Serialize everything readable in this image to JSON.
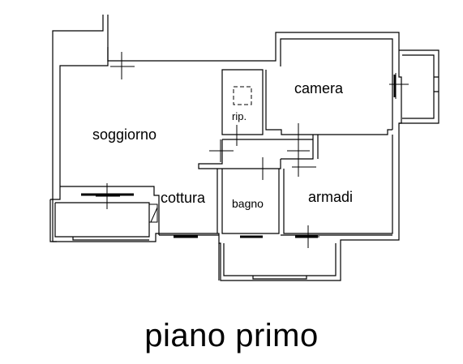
{
  "rooms": {
    "soggiorno": "soggiorno",
    "camera": "camera",
    "rip": "rip.",
    "cottura": "cottura",
    "bagno": "bagno",
    "armadi": "armadi"
  },
  "title": "piano primo"
}
